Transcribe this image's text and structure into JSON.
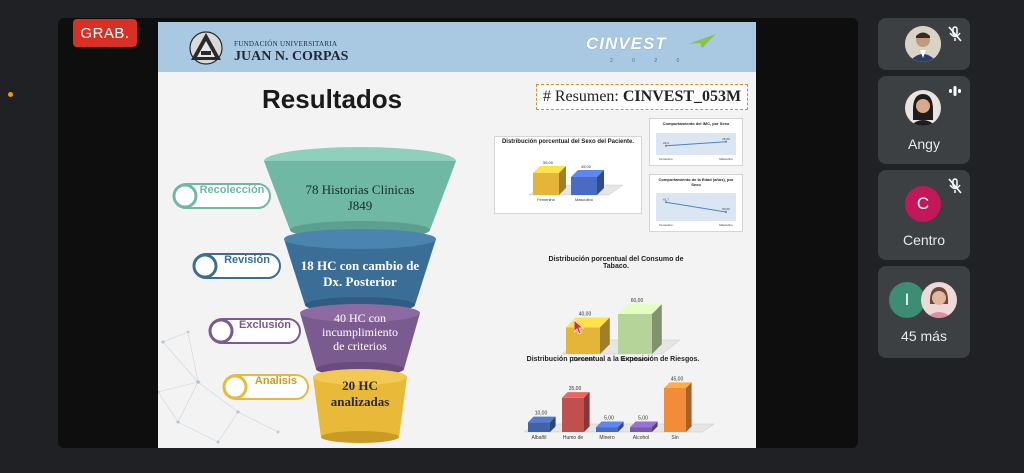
{
  "meeting": {
    "rec_label": "GRAB."
  },
  "slide": {
    "institution_small": "FUNDACIÓN UNIVERSITARIA",
    "institution_name": "JUAN N. CORPAS",
    "brand": "CINVEST",
    "brand_year": "2 0 2 0",
    "title": "Resultados",
    "summary_prefix": "# Resumen:",
    "summary_code": "CINVEST_053M",
    "funnel": [
      {
        "stage": "Recolección",
        "text1": "78 Historias Clinicas",
        "text2": "J849",
        "color": "#6fb8a3"
      },
      {
        "stage": "Revisión",
        "text1": "18 HC con cambio de",
        "text2": "Dx. Posterior",
        "color": "#3b6e96"
      },
      {
        "stage": "Exclusión",
        "text1": "40 HC con",
        "text2": "incumplimiento",
        "text3": "de criterios",
        "color": "#7b5a8f"
      },
      {
        "stage": "Analisis",
        "text1": "20 HC",
        "text2": "analizadas",
        "color": "#e9b93a"
      }
    ]
  },
  "chart_data": [
    {
      "type": "bar",
      "title": "Distribución porcentual del Sexo del Paciente.",
      "categories": [
        "Femenino",
        "Masculino"
      ],
      "values": [
        55.0,
        45.0
      ],
      "value_labels": [
        "55,00",
        "45,00"
      ],
      "colors": [
        "#e5b53a",
        "#4a6cc0"
      ]
    },
    {
      "type": "line",
      "title": "Comportamiento del IMC, por Sexo",
      "categories": [
        "Femenino",
        "Masculino"
      ],
      "values": [
        24.2,
        26.0
      ],
      "value_labels": [
        "24,2",
        "26,00"
      ]
    },
    {
      "type": "line",
      "title": "Comportamiento de la Edad (años), por Sexo",
      "categories": [
        "Femenino",
        "Masculino"
      ],
      "values": [
        61.7,
        53.0
      ],
      "value_labels": [
        "61,7",
        "53,00"
      ]
    },
    {
      "type": "bar",
      "title": "Distribución porcentual del Consumo de Tabaco.",
      "categories": [
        "Consume",
        "No Consume"
      ],
      "values": [
        40.0,
        60.0
      ],
      "value_labels": [
        "40,00",
        "60,00"
      ],
      "colors": [
        "#e5b53a",
        "#b5d49a"
      ]
    },
    {
      "type": "bar",
      "title": "Distribución porcentual a la Exposición de Riesgos.",
      "categories": [
        "Albañil",
        "Humo de",
        "Minero",
        "Alcohol",
        "Sin"
      ],
      "values": [
        10.0,
        35.0,
        5.0,
        5.0,
        45.0
      ],
      "value_labels": [
        "10,00",
        "35,00",
        "5,00",
        "5,00",
        "45,00"
      ],
      "colors": [
        "#3f62a8",
        "#c0504d",
        "#4a6cc0",
        "#7b5aa8",
        "#f08c3a"
      ]
    }
  ],
  "participants": [
    {
      "name": "",
      "muted": true
    },
    {
      "name": "Angy",
      "speaking": true
    },
    {
      "name": "Centro",
      "initial": "C",
      "color": "#c2185b",
      "muted": true
    },
    {
      "name": "45 más",
      "initial": "I",
      "color": "#3c8d73"
    }
  ]
}
